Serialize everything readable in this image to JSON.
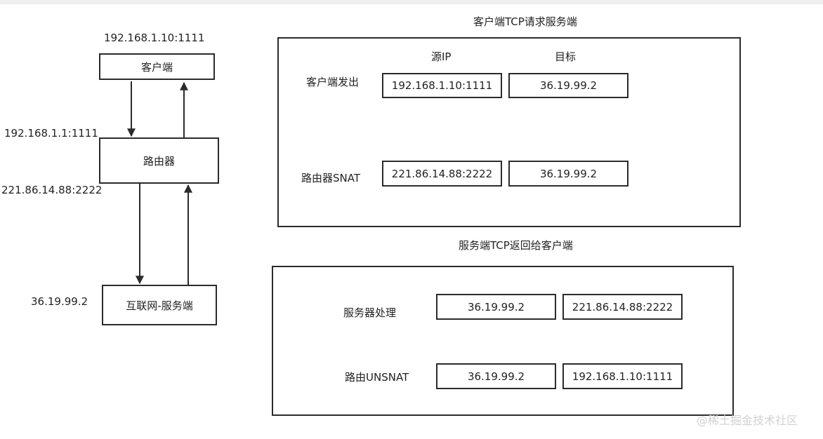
{
  "left_flow": {
    "client_addr": "192.168.1.10:1111",
    "client": "客户端",
    "router_lan_addr": "192.168.1.1:1111",
    "router": "路由器",
    "router_wan_addr": "221.86.14.88:2222",
    "server_addr": "36.19.99.2",
    "server": "互联网-服务端"
  },
  "request_panel": {
    "title": "客户端TCP请求服务端",
    "col_source": "源IP",
    "col_target": "目标",
    "rows": [
      {
        "label": "客户端发出",
        "source": "192.168.1.10:1111",
        "target": "36.19.99.2"
      },
      {
        "label": "路由器SNAT",
        "source": "221.86.14.88:2222",
        "target": "36.19.99.2"
      }
    ]
  },
  "response_panel": {
    "title": "服务端TCP返回给客户端",
    "rows": [
      {
        "label": "服务器处理",
        "source": "36.19.99.2",
        "target": "221.86.14.88:2222"
      },
      {
        "label": "路由UNSNAT",
        "source": "36.19.99.2",
        "target": "192.168.1.10:1111"
      }
    ]
  },
  "watermark": "@稀土掘金技术社区"
}
